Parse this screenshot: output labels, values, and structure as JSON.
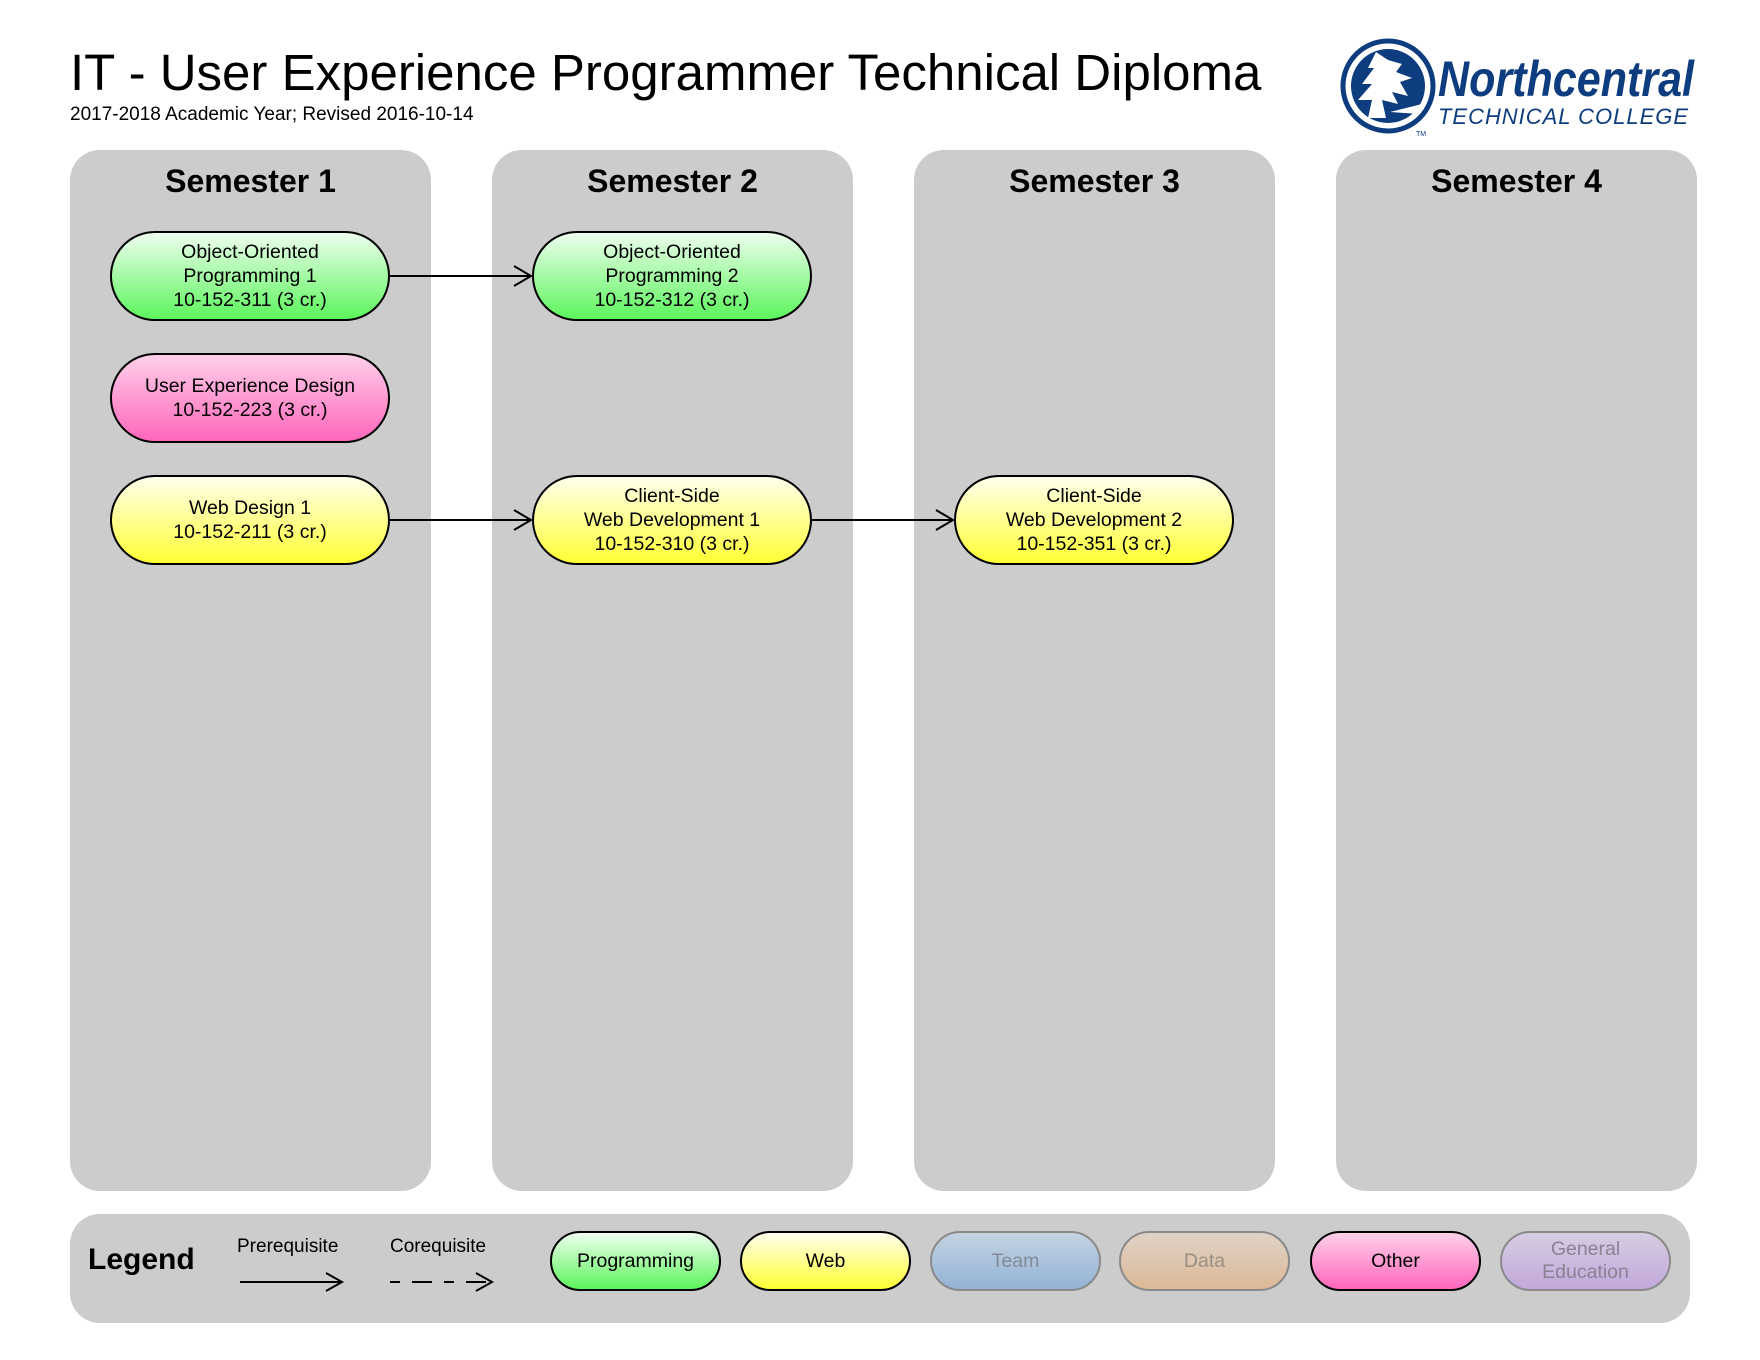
{
  "header": {
    "title": "IT - User Experience Programmer Technical Diploma",
    "subtitle": "2017-2018 Academic Year; Revised 2016-10-14",
    "logo": {
      "name": "Northcentral",
      "tagline": "TECHNICAL COLLEGE",
      "trademark": "TM",
      "icon": "pine-tree-emblem-icon",
      "brand_color": "#0d3d7e"
    }
  },
  "semesters": [
    {
      "label": "Semester 1",
      "courses": [
        {
          "id": "oop1",
          "lines": [
            "Object-Oriented",
            "Programming 1",
            "10-152-311 (3 cr.)"
          ],
          "category": "Programming"
        },
        {
          "id": "uxd",
          "lines": [
            "User Experience Design",
            "10-152-223 (3 cr.)"
          ],
          "category": "Other"
        },
        {
          "id": "wd1",
          "lines": [
            "Web Design 1",
            "10-152-211 (3 cr.)"
          ],
          "category": "Web"
        }
      ]
    },
    {
      "label": "Semester 2",
      "courses": [
        {
          "id": "oop2",
          "lines": [
            "Object-Oriented",
            "Programming 2",
            "10-152-312 (3 cr.)"
          ],
          "category": "Programming"
        },
        {
          "id": "cswd1",
          "lines": [
            "Client-Side",
            "Web Development 1",
            "10-152-310 (3 cr.)"
          ],
          "category": "Web"
        }
      ]
    },
    {
      "label": "Semester 3",
      "courses": [
        {
          "id": "cswd2",
          "lines": [
            "Client-Side",
            "Web Development 2",
            "10-152-351 (3 cr.)"
          ],
          "category": "Web"
        }
      ]
    },
    {
      "label": "Semester 4",
      "courses": []
    }
  ],
  "relationships": [
    {
      "from": "oop1",
      "to": "oop2",
      "type": "Prerequisite"
    },
    {
      "from": "wd1",
      "to": "cswd1",
      "type": "Prerequisite"
    },
    {
      "from": "cswd1",
      "to": "cswd2",
      "type": "Prerequisite"
    }
  ],
  "legend": {
    "title": "Legend",
    "prerequisite_label": "Prerequisite",
    "corequisite_label": "Corequisite",
    "categories": [
      {
        "label": "Programming",
        "colors": [
          "#eeffee",
          "#5cf55c"
        ],
        "active": true
      },
      {
        "label": "Web",
        "colors": [
          "#ffffee",
          "#ffff33"
        ],
        "active": true
      },
      {
        "label": "Team",
        "colors": [
          "#c5d3e2",
          "#93b3d6"
        ],
        "active": false
      },
      {
        "label": "Data",
        "colors": [
          "#dfd3c6",
          "#ddb996"
        ],
        "active": false
      },
      {
        "label": "Other",
        "colors": [
          "#ffd0ea",
          "#ff66bb"
        ],
        "active": true
      },
      {
        "label": "General Education",
        "colors": [
          "#d6cde2",
          "#c2a8da"
        ],
        "active": false
      }
    ]
  }
}
